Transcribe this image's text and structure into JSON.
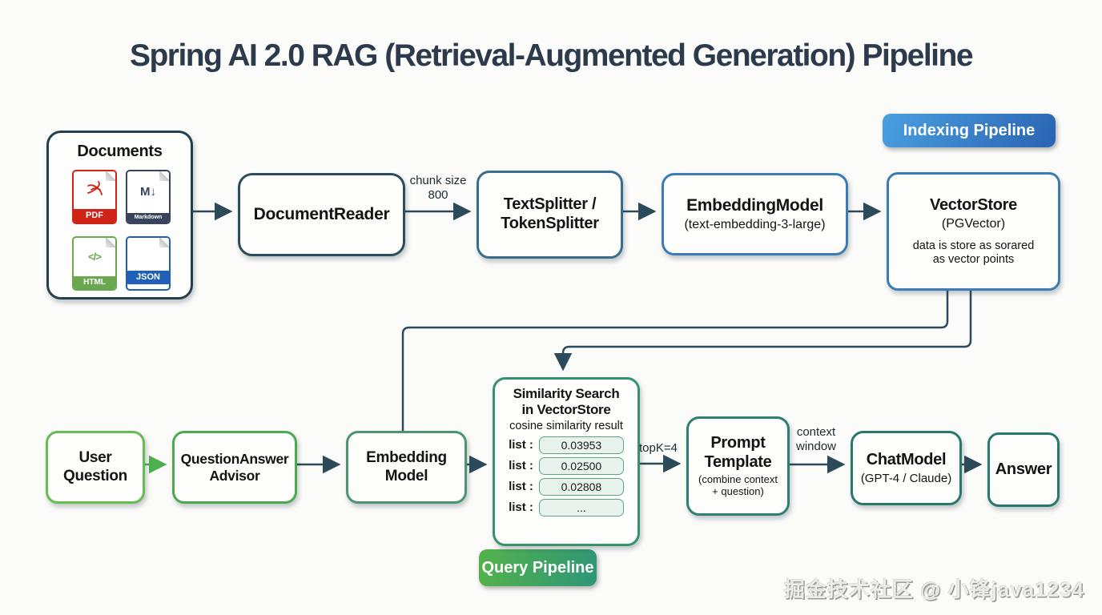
{
  "title": "Spring AI 2.0 RAG (Retrieval-Augmented Generation) Pipeline",
  "badges": {
    "indexing": "Indexing Pipeline",
    "query": "Query Pipeline"
  },
  "indexing_row": {
    "documents": {
      "title": "Documents",
      "files": [
        {
          "name": "pdf",
          "symbol": "",
          "label": "PDF"
        },
        {
          "name": "markdown",
          "symbol": "M↓",
          "label": "Markdown"
        },
        {
          "name": "html",
          "symbol": "</>",
          "label": "HTML"
        },
        {
          "name": "json",
          "symbol": "",
          "label": "JSON"
        }
      ]
    },
    "document_reader": {
      "label": "DocumentReader"
    },
    "chunk_label": "chunk size\n800",
    "text_splitter": {
      "label": "TextSplitter /\nTokenSplitter"
    },
    "embedding_model": {
      "label": "EmbeddingModel",
      "sub": "(text-embedding-3-large)"
    },
    "vector_store": {
      "label": "VectorStore",
      "sub": "(PGVector)",
      "note": "data is store as sorared\nas vector points"
    }
  },
  "query_row": {
    "user_question": {
      "label": "User\nQuestion"
    },
    "qa_advisor": {
      "label": "QuestionAnswer\nAdvisor"
    },
    "embedding_model": {
      "label": "Embedding\nModel"
    },
    "similarity": {
      "title": "Similarity Search\nin VectorStore",
      "subtitle": "cosine similarity result",
      "rows": [
        {
          "label": "list :",
          "value": "0.03953"
        },
        {
          "label": "list :",
          "value": "0.02500"
        },
        {
          "label": "list :",
          "value": "0.02808"
        },
        {
          "label": "list :",
          "value": "..."
        }
      ]
    },
    "topk_label": "topK=4",
    "prompt_template": {
      "label": "Prompt\nTemplate",
      "sub": "(combine context\n+ question)"
    },
    "context_label": "context\nwindow",
    "chat_model": {
      "label": "ChatModel",
      "sub": "(GPT-4 / Claude)"
    },
    "answer": {
      "label": "Answer"
    }
  },
  "watermark": "掘金技术社区 @ 小锋java1234",
  "colors": {
    "arrow": "#2d4a5a",
    "green_arrow": "#4caf50",
    "indexing_badge_start": "#4aa0e0",
    "indexing_badge_end": "#2a63b2",
    "query_badge_start": "#54b24a",
    "query_badge_end": "#2e9678"
  }
}
